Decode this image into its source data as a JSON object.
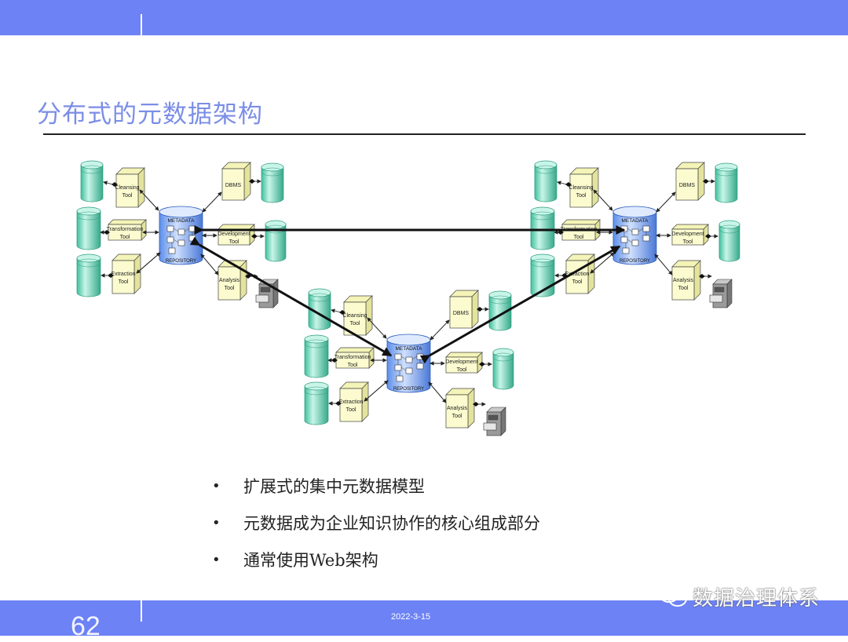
{
  "slide": {
    "title": "分布式的元数据架构",
    "page_number": "62",
    "date": "2022-3-15",
    "brand": "数据治理体系",
    "brand_icon": "wechat-icon"
  },
  "bullets": [
    "扩展式的集中元数据模型",
    "元数据成为企业知识协作的核心组成部分",
    "通常使用Web架构"
  ],
  "diagram": {
    "repository": {
      "top": "METADATA",
      "bottom": "REPOSITORY"
    },
    "tools": {
      "cleansing": [
        "Cleansing",
        "Tool"
      ],
      "transformation": [
        "Transformation",
        "Tool"
      ],
      "extraction": [
        "Extraction",
        "Tool"
      ],
      "dbms": [
        "DBMS"
      ],
      "development": [
        "Development",
        "Tool"
      ],
      "analysis": [
        "Analysis",
        "Tool"
      ]
    },
    "colors": {
      "bar": "#6c82f5",
      "title": "#7b8ee6",
      "cylinder": "#5fd7b8",
      "box": "#fbfbcf",
      "repository": "#8fb4f2"
    }
  }
}
